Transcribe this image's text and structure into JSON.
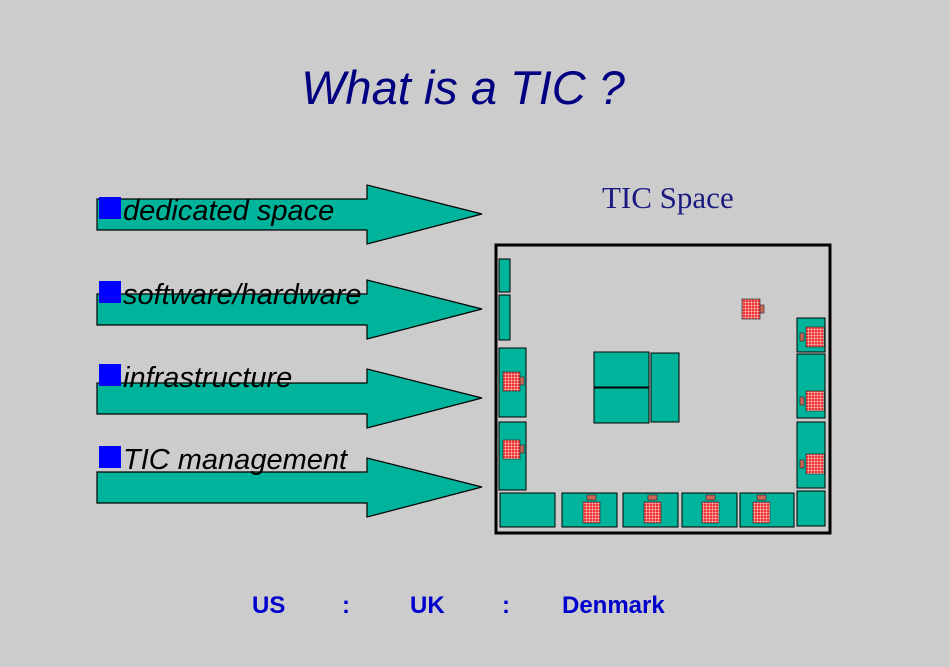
{
  "slide": {
    "title": "What is a TIC ?",
    "space_label": "TIC Space"
  },
  "bullets": [
    {
      "text": "dedicated space"
    },
    {
      "text": "software/hardware"
    },
    {
      "text": "infrastructure"
    },
    {
      "text": "TIC management"
    }
  ],
  "footer": {
    "items": [
      "US",
      ":",
      "UK",
      ":",
      "Denmark"
    ]
  },
  "colors": {
    "background": "#cccccc",
    "title": "#000080",
    "arrow_fill": "#00b39b",
    "bullet_square": "#0000ff",
    "footer_text": "#0000cc",
    "workstation": "#ee3333"
  }
}
